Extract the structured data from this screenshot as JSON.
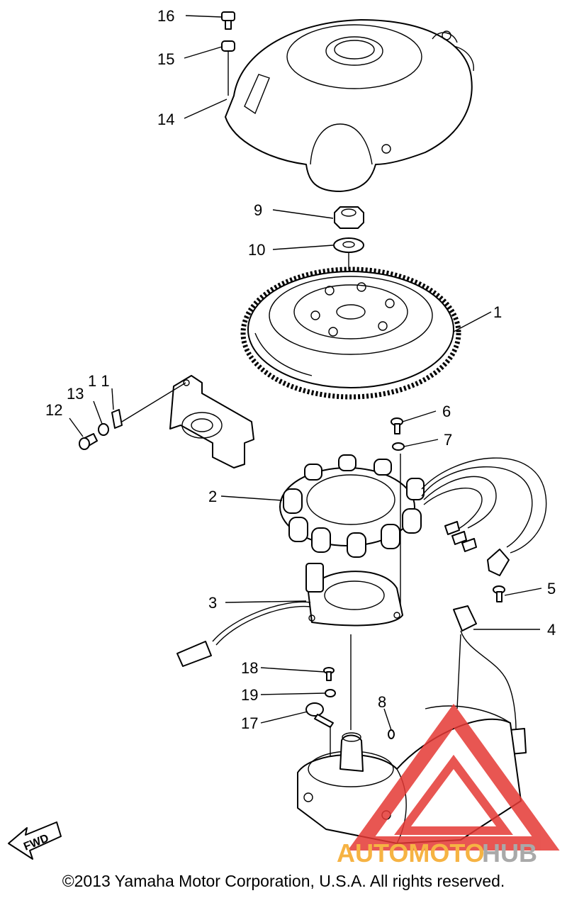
{
  "part_labels": {
    "p1": "1",
    "p2": "2",
    "p3": "3",
    "p4": "4",
    "p5": "5",
    "p6": "6",
    "p7": "7",
    "p8": "8",
    "p9": "9",
    "p10": "10",
    "p11": "1 1",
    "p12": "12",
    "p13": "13",
    "p14": "14",
    "p15": "15",
    "p16": "16",
    "p17": "17",
    "p18": "18",
    "p19": "19"
  },
  "fwd_label": "FWD",
  "watermark": {
    "part1": "AUTOMOTO",
    "part2": "HUB",
    "color1": "#f5a623",
    "color2": "#9b9b9b",
    "triangle_color": "#e53935"
  },
  "copyright": "©2013 Yamaha Motor Corporation, U.S.A. All rights reserved."
}
